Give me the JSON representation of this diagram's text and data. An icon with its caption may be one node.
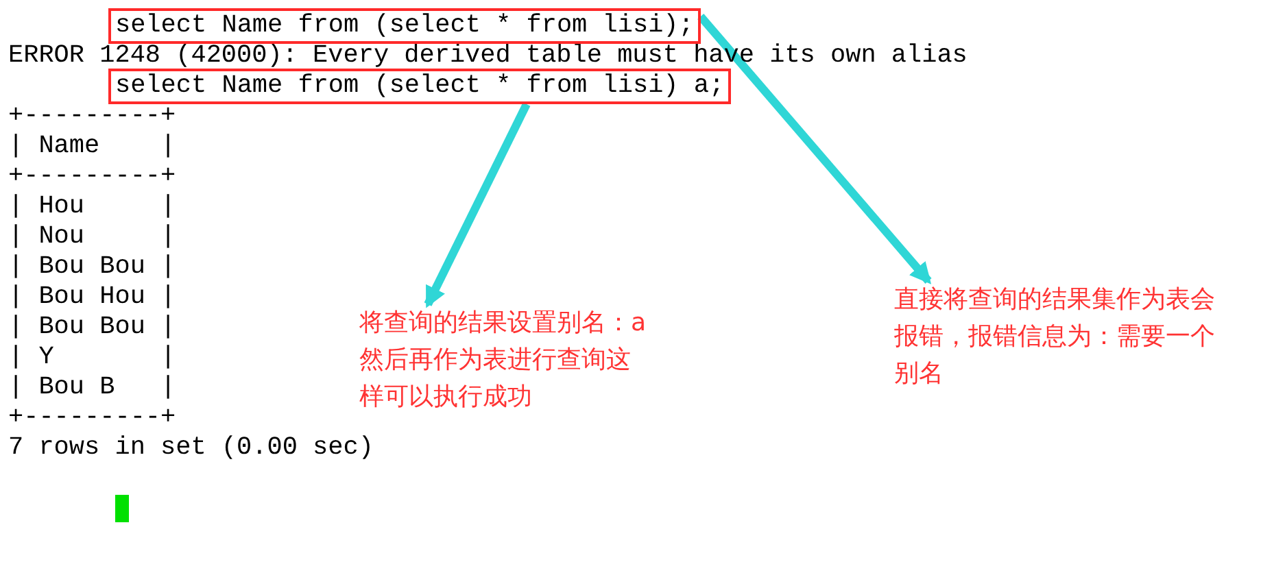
{
  "diagram": {
    "nodes": [
      {
        "text": [
          "select Name from (select * from lisi);"
        ]
      },
      {
        "text": [
          "select Name from (select * from lisi) a;"
        ]
      },
      {
        "text": [
          "将查询的结果设置别名：a然后再作为表进行查询这样可以执行成功"
        ]
      },
      {
        "text": [
          "直接将查询的结果集作为表会报错，报错信息为：需要一个别名"
        ]
      }
    ],
    "edges": [
      {
        "from": 0,
        "to": 3,
        "arrow": "to"
      },
      {
        "from": 1,
        "to": 2,
        "arrow": "to"
      }
    ],
    "labels": [
      "ERROR 1248 (42000): Every derived table must have its own alias",
      "+---------+",
      "| Name    |",
      "+---------+",
      "| Hou     |",
      "| Nou     |",
      "| Bou Bou |",
      "| Bou Hou |",
      "| Bou Bou |",
      "| Y       |",
      "| Bou B   |",
      "+---------+",
      "7 rows in set (0.00 sec)"
    ]
  }
}
